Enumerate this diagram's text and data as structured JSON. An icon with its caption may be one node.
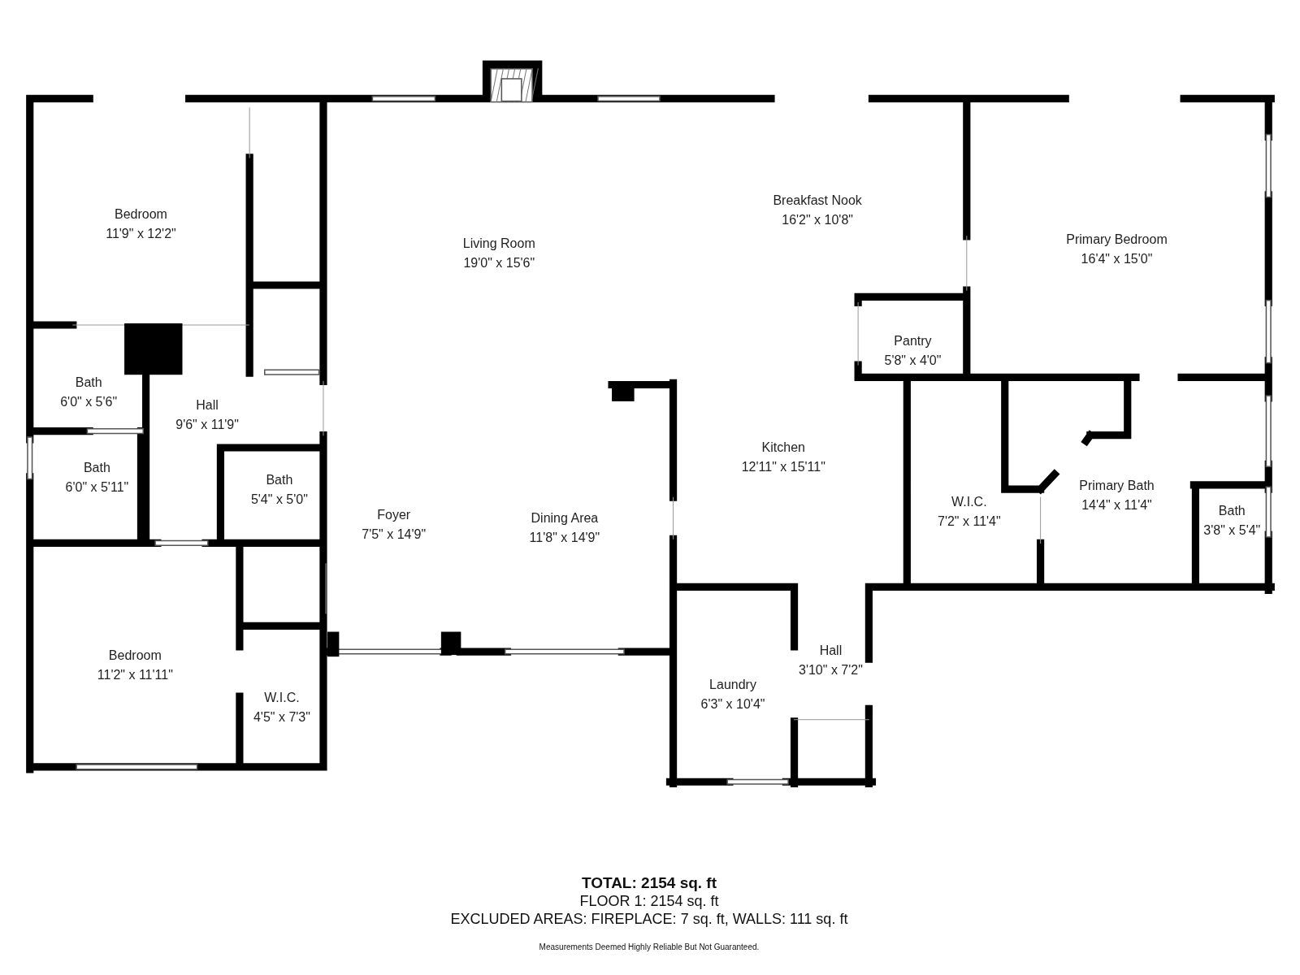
{
  "diagram": {
    "nodes": [
      {
        "text": [
          "Bedroom",
          "11'9\" x 12'2\""
        ]
      },
      {
        "text": [
          "Bath",
          "6'0\" x 5'6\""
        ]
      },
      {
        "text": [
          "Hall",
          "9'6\" x 11'9\""
        ]
      },
      {
        "text": [
          "Bath",
          "6'0\" x 5'11\""
        ]
      },
      {
        "text": [
          "Bath",
          "5'4\" x 5'0\""
        ]
      },
      {
        "text": [
          "Living Room",
          "19'0\" x 15'6\""
        ]
      },
      {
        "text": [
          "Breakfast Nook",
          "16'2\" x 10'8\""
        ]
      },
      {
        "text": [
          "Primary Bedroom",
          "16'4\" x 15'0\""
        ]
      },
      {
        "text": [
          "Pantry",
          "5'8\" x 4'0\""
        ]
      },
      {
        "text": [
          "Kitchen",
          "12'11\" x 15'11\""
        ]
      },
      {
        "text": [
          "Foyer",
          "7'5\" x 14'9\""
        ]
      },
      {
        "text": [
          "Dining Area",
          "11'8\" x 14'9\""
        ]
      },
      {
        "text": [
          "W.I.C.",
          "7'2\" x 11'4\""
        ]
      },
      {
        "text": [
          "Primary Bath",
          "14'4\" x 11'4\""
        ]
      },
      {
        "text": [
          "Bath",
          "3'8\" x 5'4\""
        ]
      },
      {
        "text": [
          "Bedroom",
          "11'2\" x 11'11\""
        ]
      },
      {
        "text": [
          "W.I.C.",
          "4'5\" x 7'3\""
        ]
      },
      {
        "text": [
          "Laundry",
          "6'3\" x 10'4\""
        ]
      },
      {
        "text": [
          "Hall",
          "3'10\" x 7'2\""
        ]
      }
    ],
    "labels": [
      "TOTAL: 2154 sq. ft",
      "FLOOR 1: 2154 sq. ft",
      "EXCLUDED AREAS: FIREPLACE: 7 sq. ft, WALLS: 111 sq. ft",
      "Measurements Deemed Highly Reliable But Not Guaranteed."
    ]
  }
}
